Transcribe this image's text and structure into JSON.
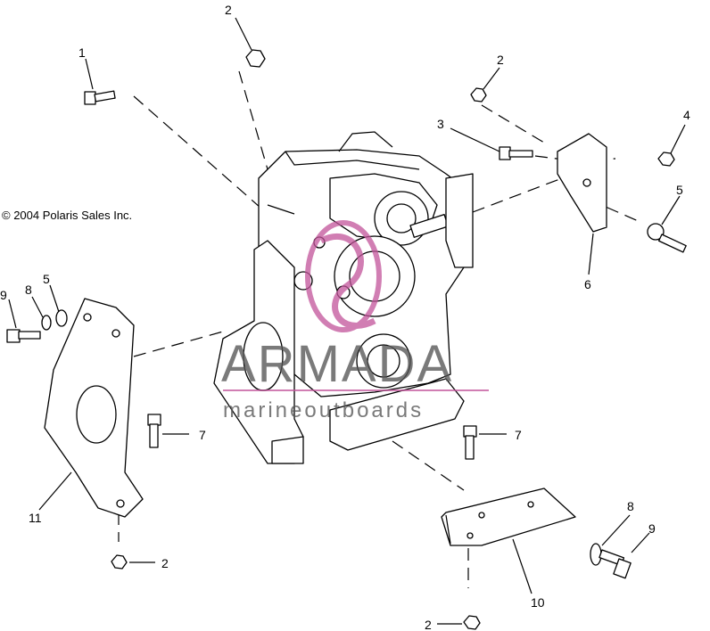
{
  "copyright": "© 2004 Polaris Sales Inc.",
  "watermark": {
    "title": "ARMADA",
    "subtitle": "marineoutboards",
    "accent_color": "#c2549a"
  },
  "callouts": [
    "1",
    "2",
    "2",
    "3",
    "4",
    "5",
    "6",
    "7",
    "5",
    "8",
    "9",
    "11",
    "7",
    "2",
    "8",
    "9",
    "10",
    "2"
  ],
  "colors": {
    "line": "#000000",
    "background": "#ffffff"
  }
}
